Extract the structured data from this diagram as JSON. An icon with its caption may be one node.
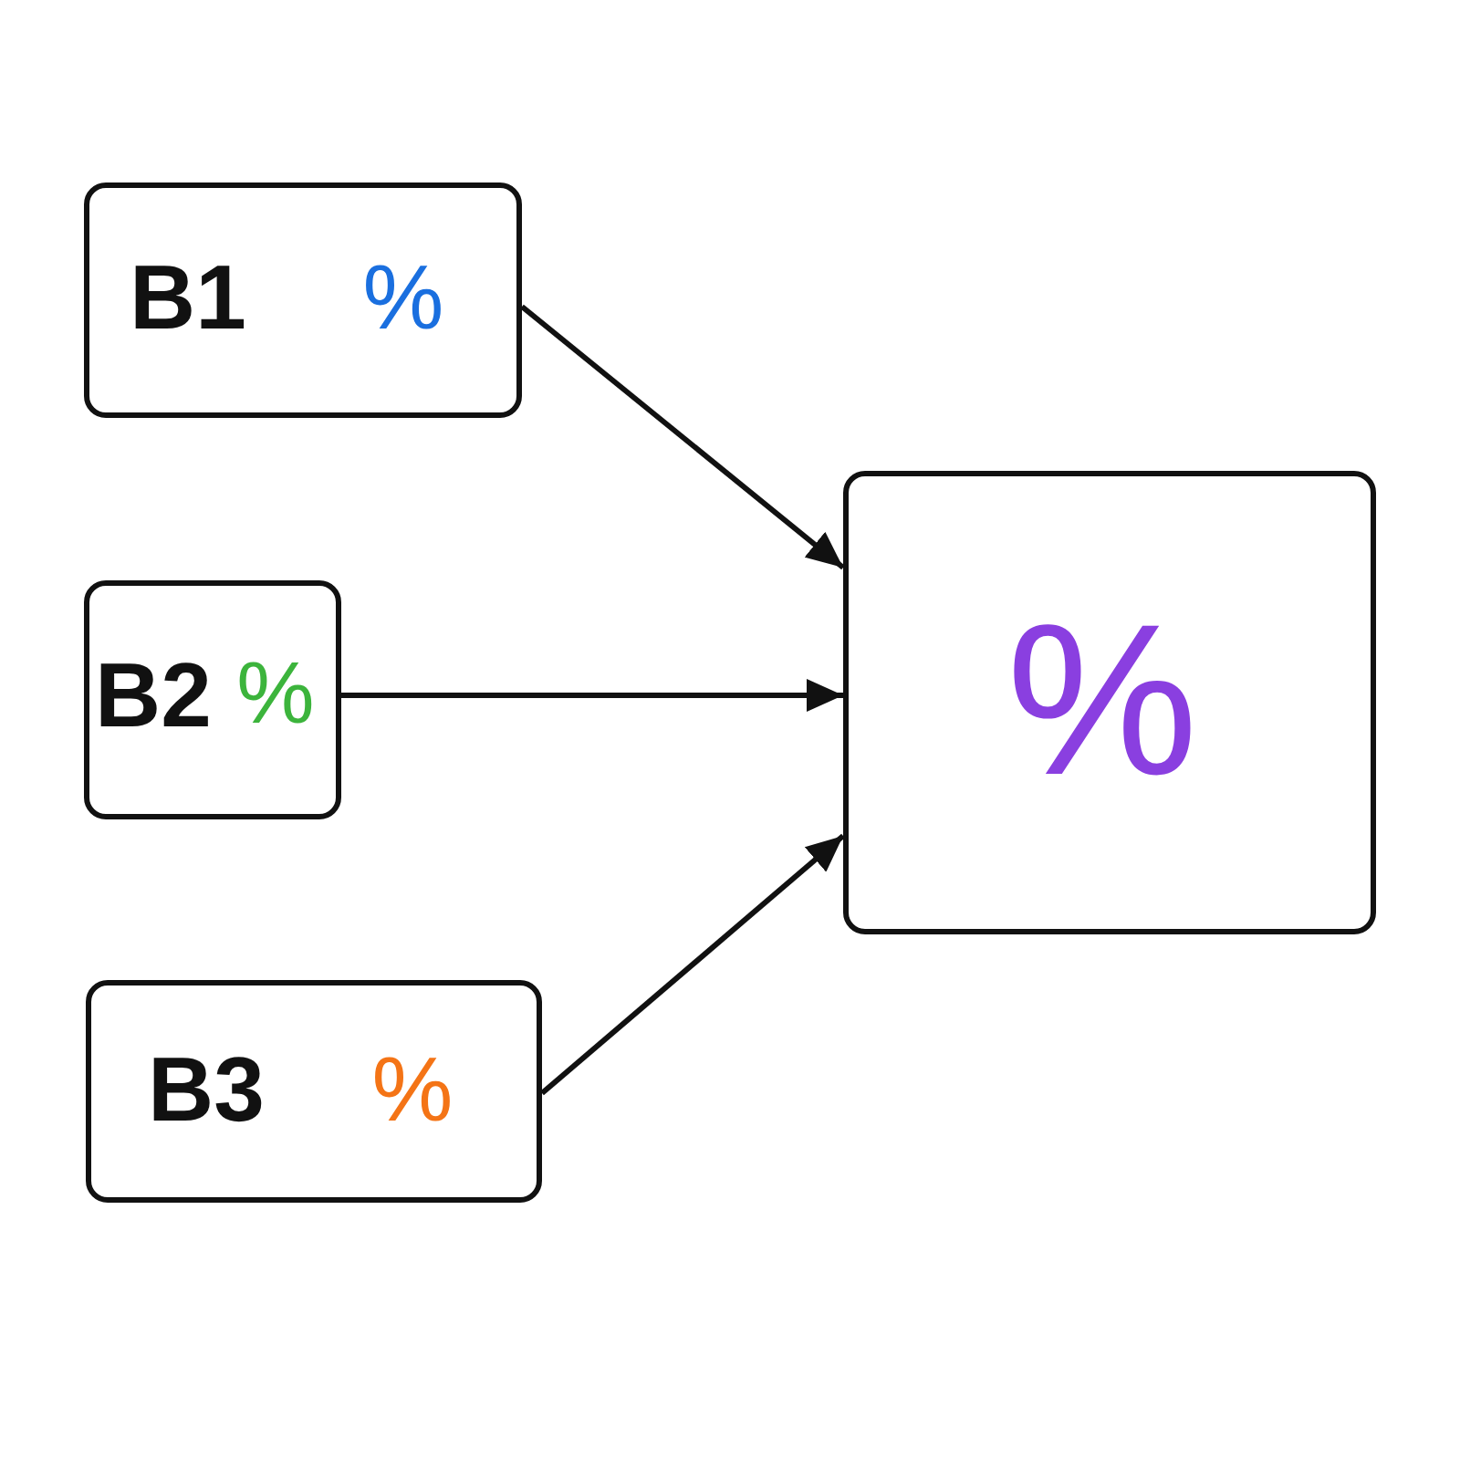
{
  "diagram": {
    "nodes": [
      {
        "text": [
          "B1",
          "%"
        ]
      },
      {
        "text": [
          "B2",
          "%"
        ]
      },
      {
        "text": [
          "B3",
          "%"
        ]
      },
      {
        "text": [
          "%"
        ]
      }
    ],
    "edges": [
      {
        "from": 0,
        "to": 3,
        "arrow": "to"
      },
      {
        "from": 1,
        "to": 3,
        "arrow": "to"
      },
      {
        "from": 2,
        "to": 3,
        "arrow": "to"
      }
    ]
  }
}
